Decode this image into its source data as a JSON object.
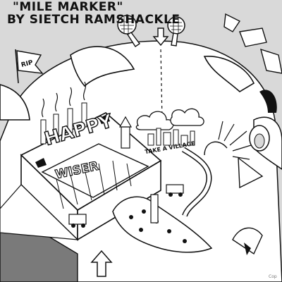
{
  "artwork": {
    "title_line1": "\"MILE MARKER\"",
    "title_line2": "BY SIETCH RAMSHACKLE",
    "flag_text": "RIP",
    "cake_text": "HAPPY",
    "banner_text": "WISER",
    "sign_text": "TAKE A VILLAGE",
    "corner_text": "Cop",
    "colors": {
      "line": "#111111",
      "gray": "#7a7a7a",
      "light": "#d9d9d9",
      "paper": "#ffffff"
    }
  }
}
